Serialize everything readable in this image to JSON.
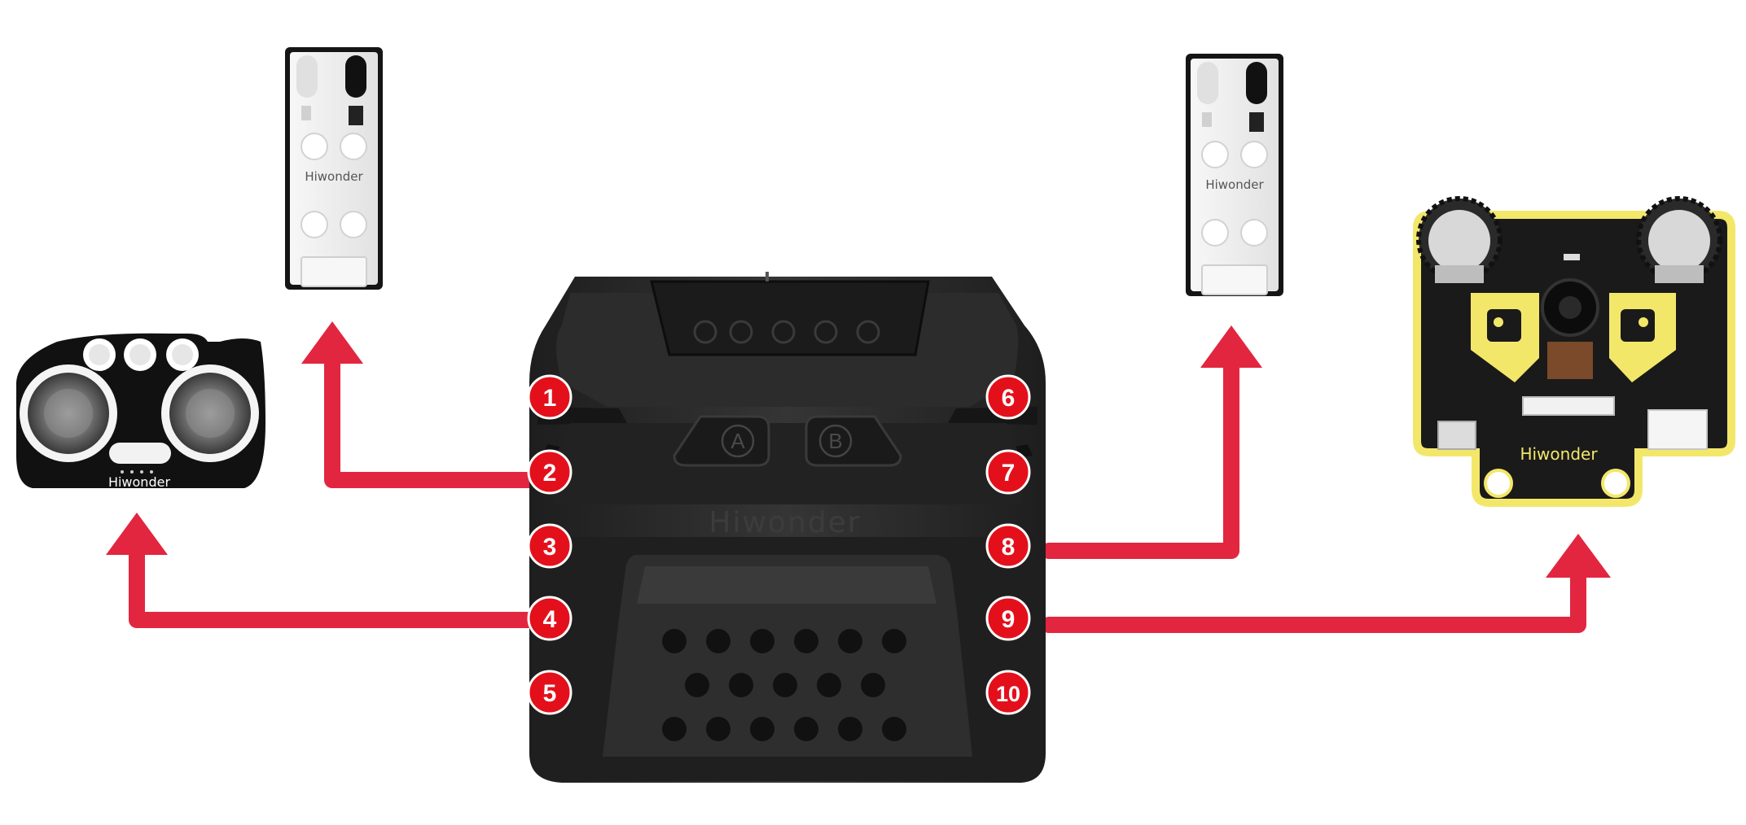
{
  "brand_text": "Hiwonder",
  "controller": {
    "buttons": [
      "A",
      "B"
    ],
    "ports": [
      "1",
      "2",
      "3",
      "4",
      "5",
      "6",
      "7",
      "8",
      "9",
      "10"
    ]
  },
  "modules": {
    "ultrasonic_sensor": {
      "port": "4",
      "icon": "ultrasonic-sensor-icon"
    },
    "ir_sensor_left": {
      "port": "2",
      "icon": "infrared-sensor-icon"
    },
    "ir_sensor_right": {
      "port": "8",
      "icon": "infrared-sensor-icon"
    },
    "camera_module": {
      "port": "9",
      "icon": "camera-module-icon"
    }
  },
  "colors": {
    "arrow": "#e2263f",
    "port_badge": "#e3101b",
    "controller_body": "#2b2b2b",
    "camera_board": "#f3e76a"
  }
}
